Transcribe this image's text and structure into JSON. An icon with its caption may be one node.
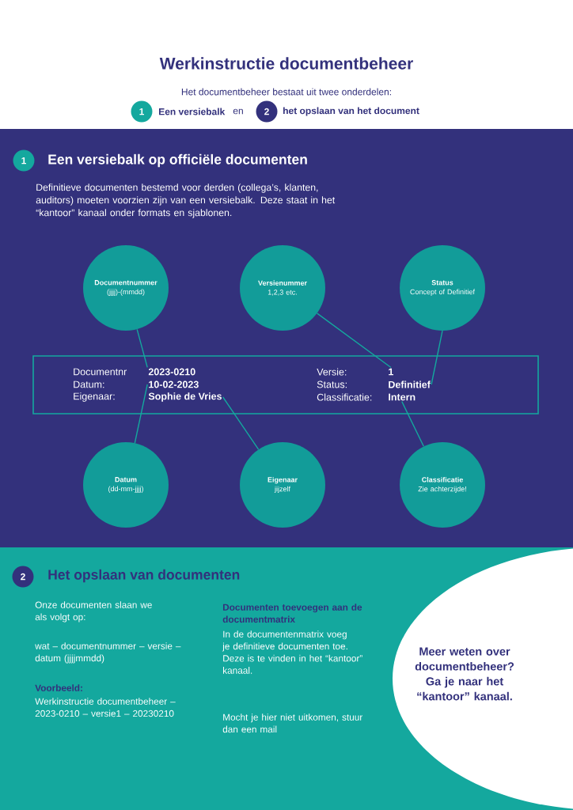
{
  "diagram": {
    "title": "Werkinstructie documentbeheer",
    "nodes": [
      {
        "text": [
          "1"
        ],
        "beside": [
          "Een versiebalk"
        ]
      },
      {
        "text": [
          "2"
        ],
        "beside": [
          "het opslaan van het document"
        ]
      },
      {
        "text": [
          "1"
        ],
        "beside": [
          "Een versiebalk op officiële documenten"
        ]
      },
      {
        "text": [
          "Documentnummer",
          "(jjjj)-(mmdd)"
        ]
      },
      {
        "text": [
          "Versienummer",
          "1,2,3 etc."
        ]
      },
      {
        "text": [
          "Status",
          "Concept of Definitief"
        ]
      },
      {
        "text": [],
        "shape": "box"
      },
      {
        "text": [
          "2023-0210"
        ],
        "in": 6
      },
      {
        "text": [
          "10-02-2023"
        ],
        "in": 6
      },
      {
        "text": [
          "Sophie de Vries"
        ],
        "in": 6
      },
      {
        "text": [
          "1"
        ],
        "in": 6
      },
      {
        "text": [
          "Definitief"
        ],
        "in": 6
      },
      {
        "text": [
          "Intern"
        ],
        "in": 6
      },
      {
        "text": [
          "Datum",
          "(dd-mm-jjjj)"
        ]
      },
      {
        "text": [
          "Eigenaar",
          "jijzelf"
        ]
      },
      {
        "text": [
          "Classificatie",
          "Zie achterzijde!"
        ]
      },
      {
        "text": [
          "2"
        ],
        "beside": [
          "Het opslaan van documenten"
        ]
      },
      {
        "text": [
          "Meer weten over documentbeheer? Ga je naar het “kantoor” kanaal."
        ]
      }
    ],
    "edges": [
      {
        "from": 3,
        "to": 7,
        "arrow": "none"
      },
      {
        "from": 4,
        "to": 10,
        "arrow": "none"
      },
      {
        "from": 5,
        "to": 11,
        "arrow": "none"
      },
      {
        "from": 13,
        "to": 8,
        "arrow": "none"
      },
      {
        "from": 14,
        "to": 9,
        "arrow": "none"
      },
      {
        "from": 15,
        "to": 12,
        "arrow": "none"
      }
    ],
    "labels": [
      "Het documentbeheer bestaat uit twee onderdelen:",
      "en",
      "Definitieve documenten bestemd voor derden (collega’s, klanten, auditors) moeten voorzien zijn van een versiebalk. Deze staat in het “kantoor” kanaal onder formats en sjablonen.",
      "Documentnr",
      "Datum:",
      "Eigenaar:",
      "Versie:",
      "Status:",
      "Classificatie:",
      "Onze documenten slaan we als volgt op:",
      "wat – documentnummer – versie – datum (jjjjmmdd)",
      "Voorbeeld:",
      "Werkinstructie documentbeheer – 2023-0210 – versie1 – 20230210",
      "Documenten toevoegen aan de documentmatrix",
      "In de documentenmatrix voeg je definitieve documenten toe. Deze is te vinden in het “kantoor” kanaal.",
      "Mocht je hier niet uitkomen, stuur dan een mail"
    ]
  }
}
